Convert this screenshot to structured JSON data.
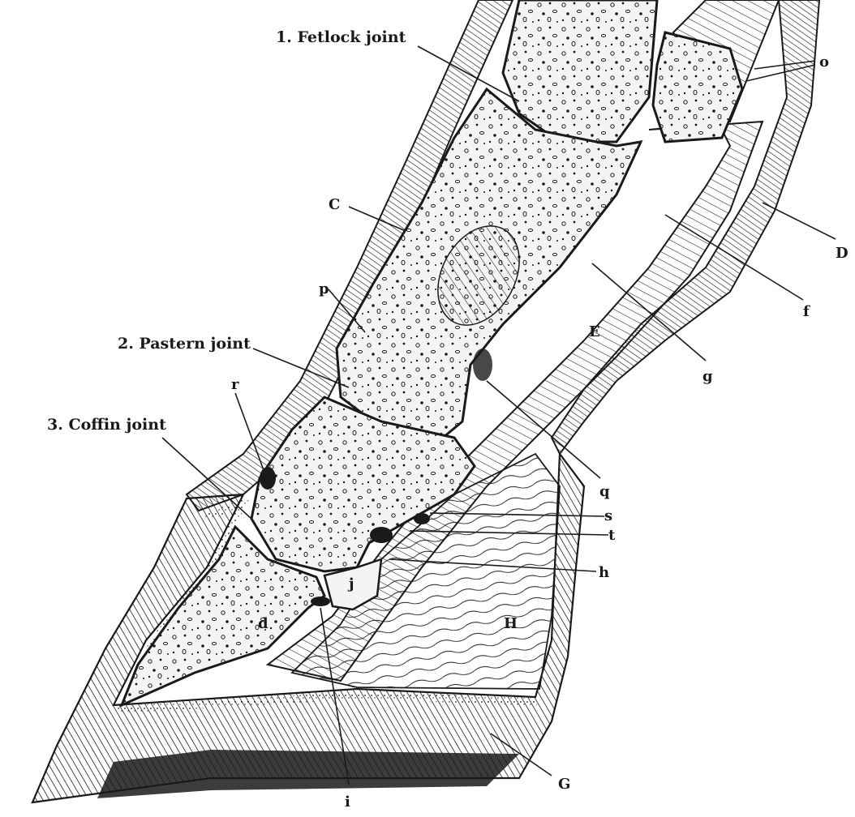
{
  "diagram": {
    "joint_labels": {
      "fetlock": "1. Fetlock joint",
      "pastern": "2. Pastern joint",
      "coffin": "3. Coffin joint"
    },
    "letters": {
      "o": "o",
      "C": "C",
      "D": "D",
      "p": "p",
      "f": "f",
      "E": "E",
      "g": "g",
      "r": "r",
      "q": "q",
      "s": "s",
      "t": "t",
      "h": "h",
      "j": "j",
      "d": "d",
      "H": "H",
      "G": "G",
      "i": "i"
    }
  },
  "colors": {
    "ink": "#1a1a1a",
    "paper": "#ffffff",
    "bone_fill": "#f4f4f2",
    "hoof_wall": "#cfcfcf"
  }
}
